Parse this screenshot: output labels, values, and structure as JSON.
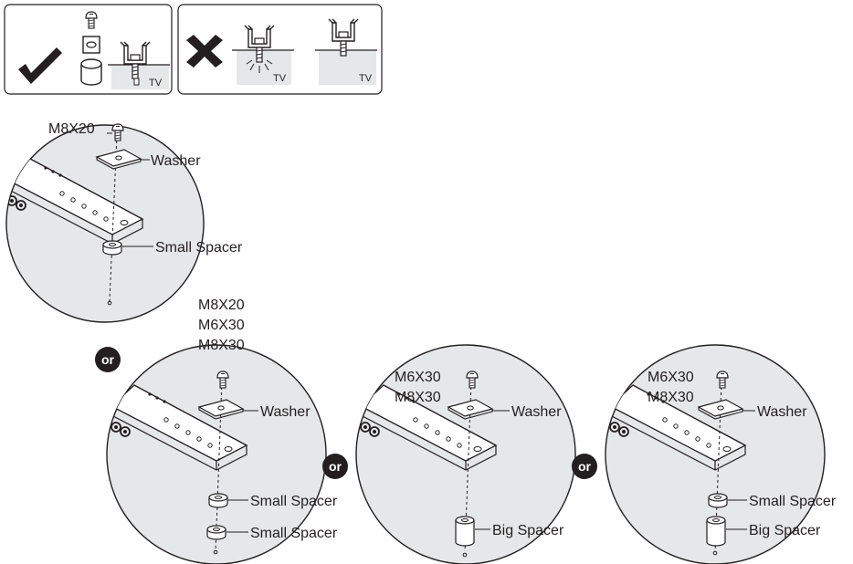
{
  "top_panel": {
    "correct_tv_label": "TV",
    "wrong_tv_label_1": "TV",
    "wrong_tv_label_2": "TV"
  },
  "or_label": "or",
  "option_1": {
    "screw_label": "M8X20",
    "washer_label": "Washer",
    "spacer_label": "Small Spacer"
  },
  "option_2": {
    "screw_labels": [
      "M8X20",
      "M6X30",
      "M8X30"
    ],
    "washer_label": "Washer",
    "spacer_top_label": "Small Spacer",
    "spacer_bottom_label": "Small Spacer"
  },
  "option_3": {
    "screw_labels": [
      "M6X30",
      "M8X30"
    ],
    "washer_label": "Washer",
    "spacer_label": "Big Spacer"
  },
  "option_4": {
    "screw_labels": [
      "M6X30",
      "M8X30"
    ],
    "washer_label": "Washer",
    "spacer_top_label": "Small Spacer",
    "spacer_bottom_label": "Big Spacer"
  }
}
